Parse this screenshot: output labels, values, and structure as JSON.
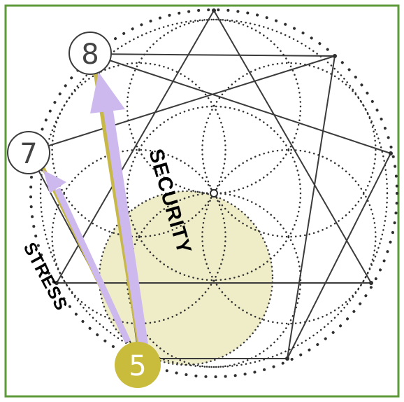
{
  "diagram": {
    "nodes": {
      "eight": "8",
      "seven": "7",
      "five": "5"
    },
    "labels": {
      "security": "SECURITY",
      "stress": "STRESS"
    },
    "colors": {
      "frame": "#5c9a3a",
      "lines": "#3b3b3b",
      "dots": "#2f2f2f",
      "highlight_fill": "#efecc8",
      "node_five_fill": "#c9bb3c",
      "arrow_fill": "#cdb9ee",
      "arrow_edge": "#c8b848"
    }
  }
}
